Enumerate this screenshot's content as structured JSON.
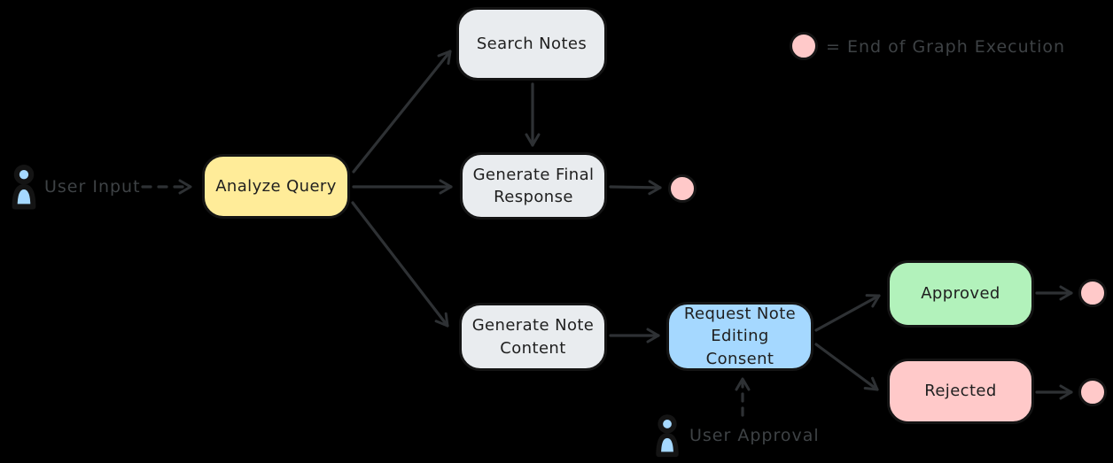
{
  "diagram": {
    "background": "#000000",
    "stroke_color": "#2e3134",
    "label_color": "#3e4245",
    "node_border_color": "#141414",
    "node_text_color": "#1f1f1f"
  },
  "legend": {
    "text": "= End of Graph Execution",
    "symbol": "end-circle",
    "symbol_color": "#ffc9c9"
  },
  "actors": {
    "user_input": {
      "label": "User Input",
      "icon": "person-icon",
      "icon_color": "#a5d8ff"
    },
    "user_approval": {
      "label": "User Approval",
      "icon": "person-icon",
      "icon_color": "#a5d8ff"
    }
  },
  "nodes": {
    "analyze_query": {
      "label": "Analyze Query",
      "fill": "#ffec99"
    },
    "search_notes": {
      "label": "Search Notes",
      "fill": "#e9ecef"
    },
    "generate_final_response": {
      "label": "Generate Final Response",
      "fill": "#e9ecef"
    },
    "generate_note_content": {
      "label": "Generate Note Content",
      "fill": "#e9ecef"
    },
    "request_note_editing_consent": {
      "label": "Request Note Editing Consent",
      "fill": "#a5d8ff"
    },
    "approved": {
      "label": "Approved",
      "fill": "#b2f2bb"
    },
    "rejected": {
      "label": "Rejected",
      "fill": "#ffc9c9"
    }
  },
  "end_markers": {
    "fill": "#ffc9c9",
    "count": 3
  },
  "edges": [
    {
      "from": "user_input",
      "to": "analyze_query",
      "style": "dashed"
    },
    {
      "from": "analyze_query",
      "to": "search_notes",
      "style": "solid"
    },
    {
      "from": "analyze_query",
      "to": "generate_final_response",
      "style": "solid"
    },
    {
      "from": "analyze_query",
      "to": "generate_note_content",
      "style": "solid"
    },
    {
      "from": "search_notes",
      "to": "generate_final_response",
      "style": "solid"
    },
    {
      "from": "generate_final_response",
      "to": "end",
      "style": "solid"
    },
    {
      "from": "generate_note_content",
      "to": "request_note_editing_consent",
      "style": "solid"
    },
    {
      "from": "request_note_editing_consent",
      "to": "approved",
      "style": "solid"
    },
    {
      "from": "request_note_editing_consent",
      "to": "rejected",
      "style": "solid"
    },
    {
      "from": "approved",
      "to": "end",
      "style": "solid"
    },
    {
      "from": "rejected",
      "to": "end",
      "style": "solid"
    },
    {
      "from": "user_approval",
      "to": "request_note_editing_consent",
      "style": "dashed"
    }
  ]
}
